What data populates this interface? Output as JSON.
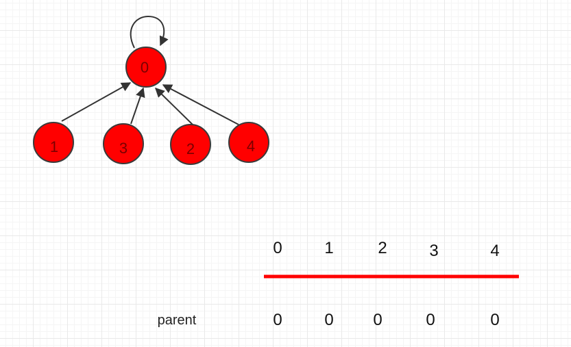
{
  "colors": {
    "node_fill": "#ff0000",
    "node_stroke": "#3a3a3a",
    "edge": "#333333",
    "divider": "#ff0000"
  },
  "tree": {
    "nodes": [
      {
        "id": "0",
        "label": "0"
      },
      {
        "id": "1",
        "label": "1"
      },
      {
        "id": "3",
        "label": "3"
      },
      {
        "id": "2",
        "label": "2"
      },
      {
        "id": "4",
        "label": "4"
      }
    ],
    "edges": [
      {
        "from": "0",
        "to": "0"
      },
      {
        "from": "1",
        "to": "0"
      },
      {
        "from": "3",
        "to": "0"
      },
      {
        "from": "2",
        "to": "0"
      },
      {
        "from": "4",
        "to": "0"
      }
    ]
  },
  "array": {
    "indices": [
      "0",
      "1",
      "2",
      "3",
      "4"
    ],
    "row_label": "parent",
    "values": [
      "0",
      "0",
      "0",
      "0",
      "0"
    ]
  }
}
